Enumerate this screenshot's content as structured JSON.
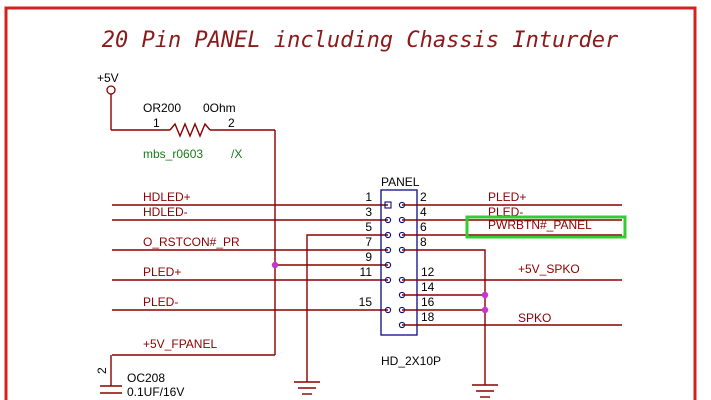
{
  "title": "20 Pin PANEL including Chassis Inturder",
  "power_label": "+5V",
  "resistor": {
    "ref": "OR200",
    "value": "0Ohm",
    "pin1": "1",
    "pin2": "2",
    "footprint": "mbs_r0603",
    "option": "/X"
  },
  "connector": {
    "ref": "PANEL",
    "part": "HD_2X10P"
  },
  "pins": [
    "1",
    "2",
    "3",
    "4",
    "5",
    "6",
    "7",
    "8",
    "9",
    "11",
    "12",
    "14",
    "15",
    "16",
    "18"
  ],
  "nets": {
    "hdled_p": "HDLED+",
    "hdled_n": "HDLED-",
    "rstcon": "O_RSTCON#_PR",
    "pled_p": "PLED+",
    "pled_n": "PLED-",
    "fpanel": "+5V_FPANEL",
    "r_pled_p": "PLED+",
    "r_pled_n": "PLED-",
    "pwrbtn": "PWRBTN#_PANEL",
    "spko5v": "+5V_SPKO",
    "spko": "SPKO"
  },
  "capacitor": {
    "ref": "OC208",
    "value": "0.1UF/16V",
    "pin": "2"
  },
  "colors": {
    "border": "#d42020",
    "wire": "#8b0000",
    "highlight": "#33cc33",
    "junction": "#cc33cc"
  }
}
